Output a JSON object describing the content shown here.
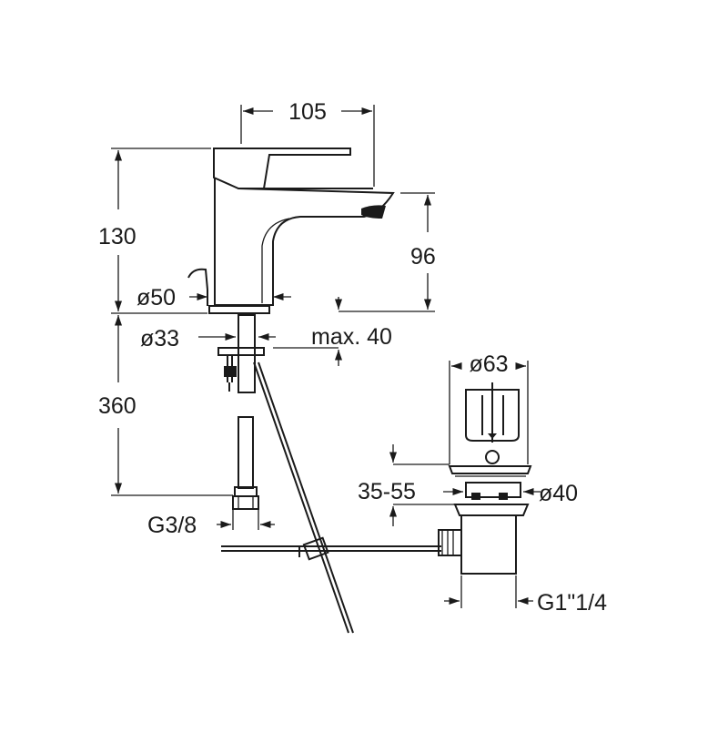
{
  "diagram": {
    "dimensions": {
      "width_top": "105",
      "height_total": "130",
      "spout_height": "96",
      "base_diameter": "ø50",
      "hole_diameter": "ø33",
      "deck_thickness": "max. 40",
      "hose_length": "360",
      "hose_connection": "G3/8",
      "waste_top_diameter": "ø63",
      "waste_thickness": "35-55",
      "waste_hole_diameter": "ø40",
      "waste_thread": "G1\"1/4"
    },
    "colors": {
      "line": "#1a1a1a",
      "background": "#ffffff",
      "mesh": "#d9d9d9"
    }
  }
}
